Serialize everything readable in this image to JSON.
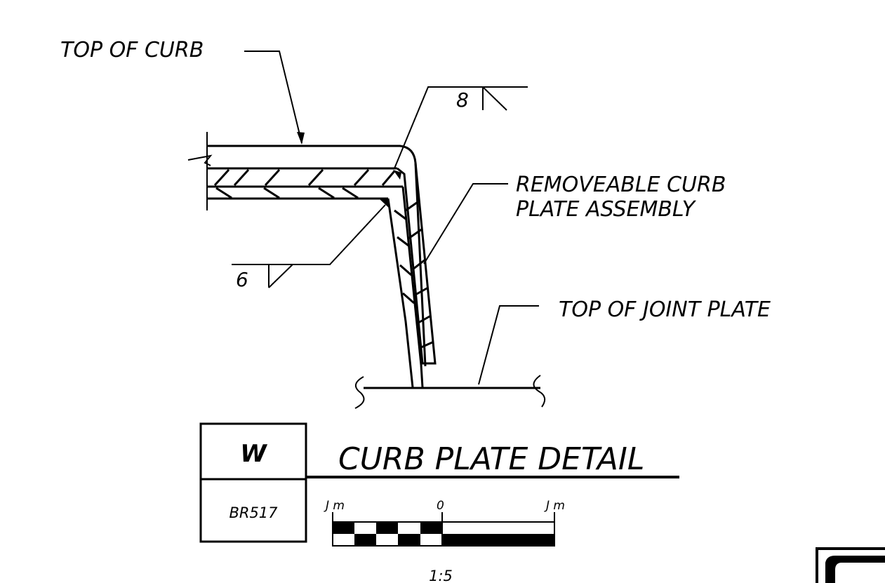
{
  "labels": {
    "top_of_curb": "TOP OF CURB",
    "removable_line1": "REMOVEABLE CURB",
    "removable_line2": "PLATE ASSEMBLY",
    "top_of_joint_plate": "TOP OF JOINT PLATE",
    "weld_top": "8",
    "weld_bottom": "6"
  },
  "title_block": {
    "letter": "W",
    "sheet": "BR517",
    "title": "CURB PLATE DETAIL"
  },
  "scale_bar": {
    "left_label": "J m",
    "center_label": "0",
    "right_label": "J m",
    "ratio": "1:5"
  }
}
